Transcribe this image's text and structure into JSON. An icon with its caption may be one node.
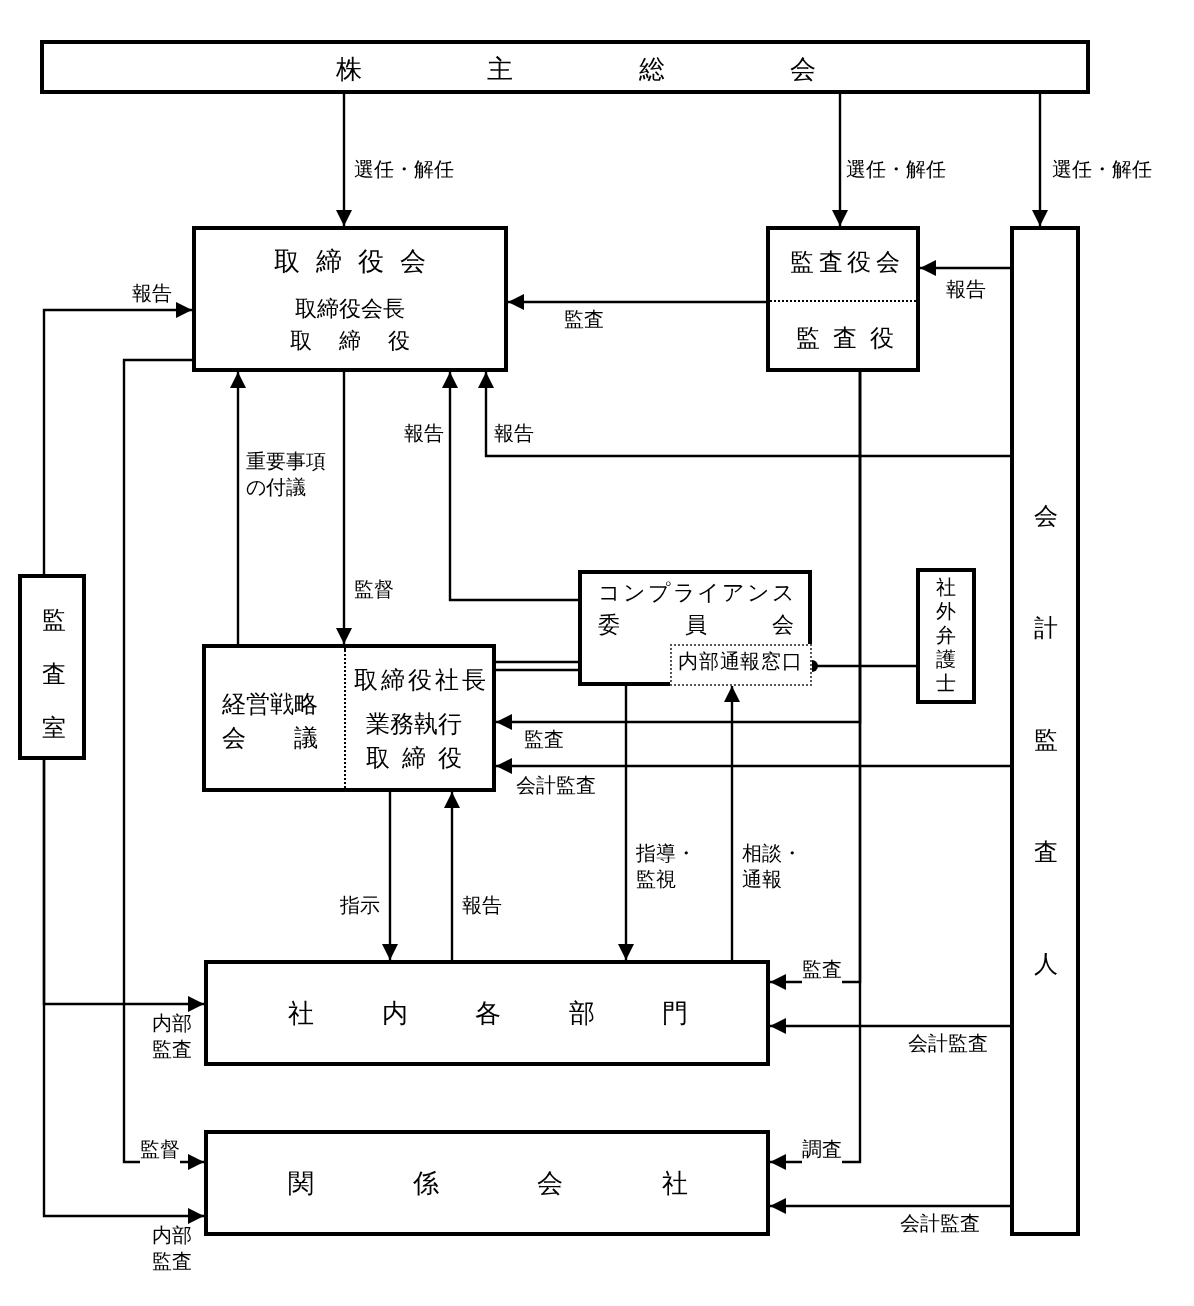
{
  "diagram": {
    "nodes": [
      {
        "text": [
          "株主総会"
        ]
      },
      {
        "text": [
          "取締役会",
          "取締役会長",
          "取締役"
        ]
      },
      {
        "text": [
          "監査役会",
          "監査役"
        ]
      },
      {
        "text": [
          "会計監査人"
        ]
      },
      {
        "text": [
          "監査室"
        ]
      },
      {
        "text": [
          "経営戦略会議",
          "取締役社長",
          "業務執行取締役"
        ]
      },
      {
        "text": [
          "コンプライアンス委員会"
        ]
      },
      {
        "text": [
          "内部通報窓口"
        ],
        "in": 6
      },
      {
        "text": [
          "社外弁護士"
        ]
      },
      {
        "text": [
          "社内各部門"
        ]
      },
      {
        "text": [
          "関係会社"
        ]
      }
    ],
    "edges": [
      {
        "from": 0,
        "to": 1,
        "arrow": "to",
        "label": "選任・解任"
      },
      {
        "from": 0,
        "to": 2,
        "arrow": "to",
        "label": "選任・解任"
      },
      {
        "from": 0,
        "to": 3,
        "arrow": "to",
        "label": "選任・解任"
      },
      {
        "from": 3,
        "to": 2,
        "arrow": "to",
        "label": "報告"
      },
      {
        "from": 2,
        "to": 1,
        "arrow": "to",
        "label": "監査"
      },
      {
        "from": 4,
        "to": 1,
        "arrow": "to",
        "label": "報告"
      },
      {
        "from": 1,
        "to": 10,
        "arrow": "to",
        "label": "監督"
      },
      {
        "from": 4,
        "to": 9,
        "arrow": "to",
        "label": "内部監査"
      },
      {
        "from": 4,
        "to": 10,
        "arrow": "to",
        "label": "内部監査"
      },
      {
        "from": 5,
        "to": 1,
        "arrow": "to",
        "label": "重要事項の付議"
      },
      {
        "from": 1,
        "to": 5,
        "arrow": "to",
        "label": "監督"
      },
      {
        "from": 6,
        "to": 1,
        "arrow": "to",
        "label": "報告"
      },
      {
        "from": 3,
        "to": 1,
        "arrow": "to",
        "label": "報告"
      },
      {
        "from": 5,
        "to": 6,
        "arrow": "none"
      },
      {
        "from": 2,
        "to": 5,
        "arrow": "to",
        "label": "監査"
      },
      {
        "from": 3,
        "to": 5,
        "arrow": "to",
        "label": "会計監査"
      },
      {
        "from": 5,
        "to": 9,
        "arrow": "to",
        "label": "指示"
      },
      {
        "from": 9,
        "to": 5,
        "arrow": "to",
        "label": "報告"
      },
      {
        "from": 6,
        "to": 9,
        "arrow": "to",
        "label": "指導・監視"
      },
      {
        "from": 9,
        "to": 7,
        "arrow": "to",
        "label": "相談・通報"
      },
      {
        "from": 8,
        "to": 7,
        "arrow": "other"
      },
      {
        "from": 2,
        "to": 9,
        "arrow": "to",
        "label": "監査"
      },
      {
        "from": 3,
        "to": 9,
        "arrow": "to",
        "label": "会計監査"
      },
      {
        "from": 2,
        "to": 10,
        "arrow": "to",
        "label": "調査"
      },
      {
        "from": 3,
        "to": 10,
        "arrow": "to",
        "label": "会計監査"
      }
    ]
  }
}
